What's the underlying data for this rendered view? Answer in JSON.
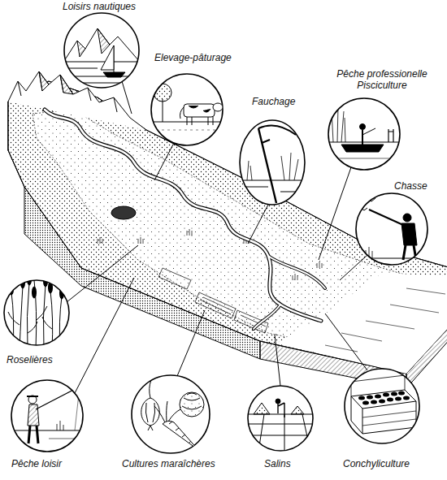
{
  "diagram": {
    "labels": [
      "Loisirs nautiques",
      "Elevage-pâturage",
      "Fauchage",
      "Pêche professionelle Pisciculture",
      "Chasse",
      "Roselières",
      "Pêche loisir",
      "Cultures maraîchères",
      "Salins",
      "Conchyliculture"
    ]
  }
}
